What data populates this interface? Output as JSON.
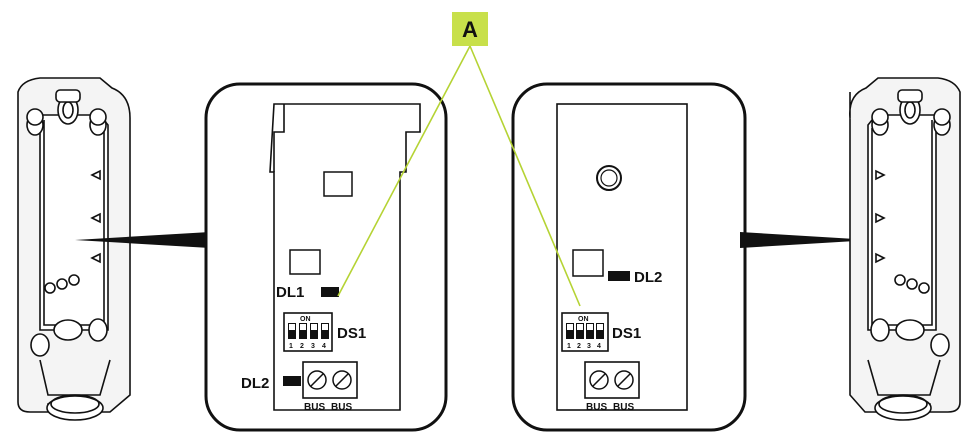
{
  "callout": {
    "label": "A",
    "bg_color": "#c8e04a",
    "line_color": "#b5d334"
  },
  "left_board": {
    "led1": "DL1",
    "led2": "DL2",
    "dip_label": "DS1",
    "dip_on": "ON",
    "dip_numbers": [
      "1",
      "2",
      "3",
      "4"
    ],
    "terminals": [
      "BUS",
      "BUS"
    ]
  },
  "right_board": {
    "led2": "DL2",
    "dip_label": "DS1",
    "dip_on": "ON",
    "dip_numbers": [
      "1",
      "2",
      "3",
      "4"
    ],
    "terminals": [
      "BUS",
      "BUS"
    ]
  }
}
